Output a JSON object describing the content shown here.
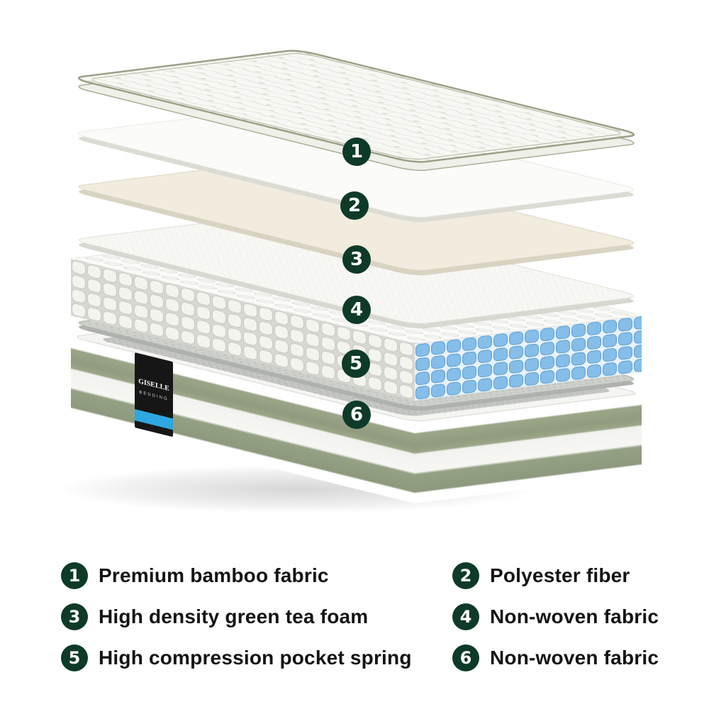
{
  "diagram": {
    "callouts": [
      "1",
      "2",
      "3",
      "4",
      "5",
      "6"
    ],
    "brand": {
      "line1": "GISELLE",
      "line2": "BEDDING"
    }
  },
  "legend": {
    "items": [
      {
        "num": "1",
        "label": "Premium bamboo fabric"
      },
      {
        "num": "2",
        "label": "Polyester fiber"
      },
      {
        "num": "3",
        "label": "High density green tea foam"
      },
      {
        "num": "4",
        "label": "Non-woven fabric"
      },
      {
        "num": "5",
        "label": "High compression pocket spring"
      },
      {
        "num": "6",
        "label": "Non-woven fabric"
      }
    ]
  },
  "colors": {
    "badge_green": "#0e3a28",
    "spring_blue": "#85bee9",
    "trim_olive": "#a9af96",
    "base_stripe_green": "#93a083",
    "label_blue": "#2ea7e0"
  }
}
